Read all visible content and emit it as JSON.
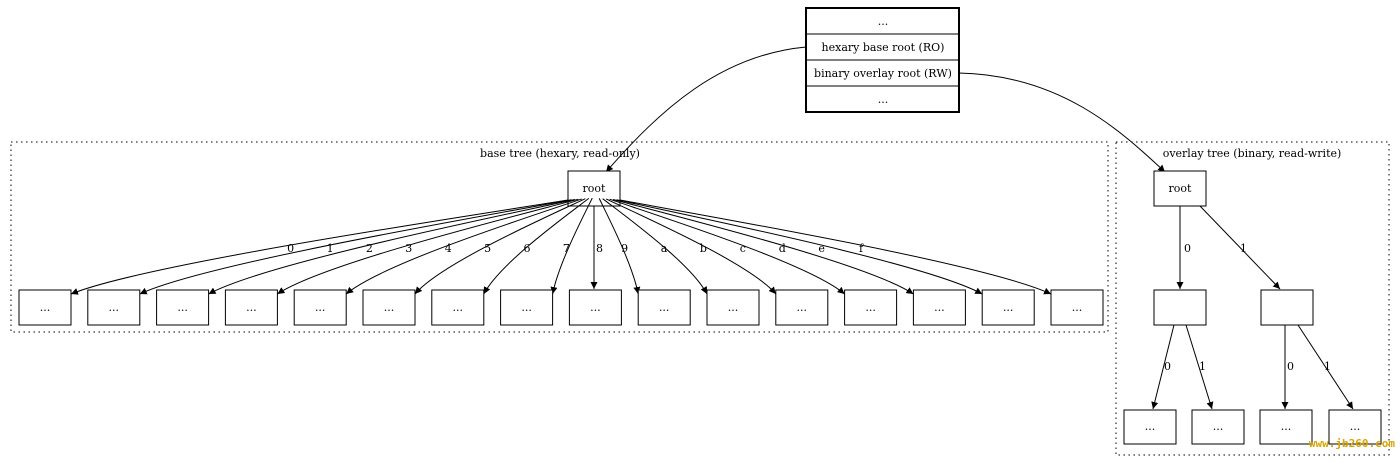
{
  "root_record": {
    "fields": [
      "...",
      "hexary base root (RO)",
      "binary overlay root (RW)",
      "..."
    ]
  },
  "base_tree": {
    "label": "base tree (hexary, read-only)",
    "root_label": "root",
    "edge_labels": [
      "0",
      "1",
      "2",
      "3",
      "4",
      "5",
      "6",
      "7",
      "8",
      "9",
      "a",
      "b",
      "c",
      "d",
      "e",
      "f"
    ],
    "child_label": "..."
  },
  "overlay_tree": {
    "label": "overlay tree (binary, read-write)",
    "root_label": "root",
    "level1_edge_labels": [
      "0",
      "1"
    ],
    "level1_node_labels": [
      "",
      ""
    ],
    "level2_edge_labels": [
      "0",
      "1",
      "0",
      "1"
    ],
    "leaf_labels": [
      "...",
      "...",
      "...",
      "..."
    ]
  },
  "watermark": "www.jb260.com"
}
